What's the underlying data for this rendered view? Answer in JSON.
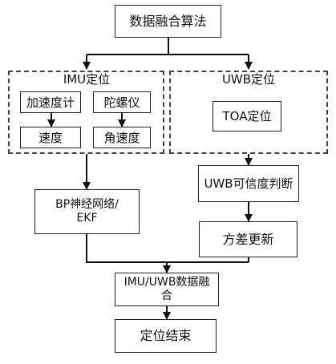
{
  "nodes": {
    "fusion_algorithm": "数据融合算法",
    "imu_group": "IMU定位",
    "uwb_group": "UWB定位",
    "accelerometer": "加速度计",
    "gyroscope": "陀螺仪",
    "velocity": "速度",
    "angular_velocity": "角速度",
    "toa": "TOA定位",
    "uwb_credibility": "UWB可信度判断",
    "bp_ekf_line1": "BP神经网络/",
    "bp_ekf_line2": "EKF",
    "variance_update": "方差更新",
    "imu_uwb_fusion_line1": "IMU/UWB数据融",
    "imu_uwb_fusion_line2": "合",
    "result": "定位结束"
  }
}
